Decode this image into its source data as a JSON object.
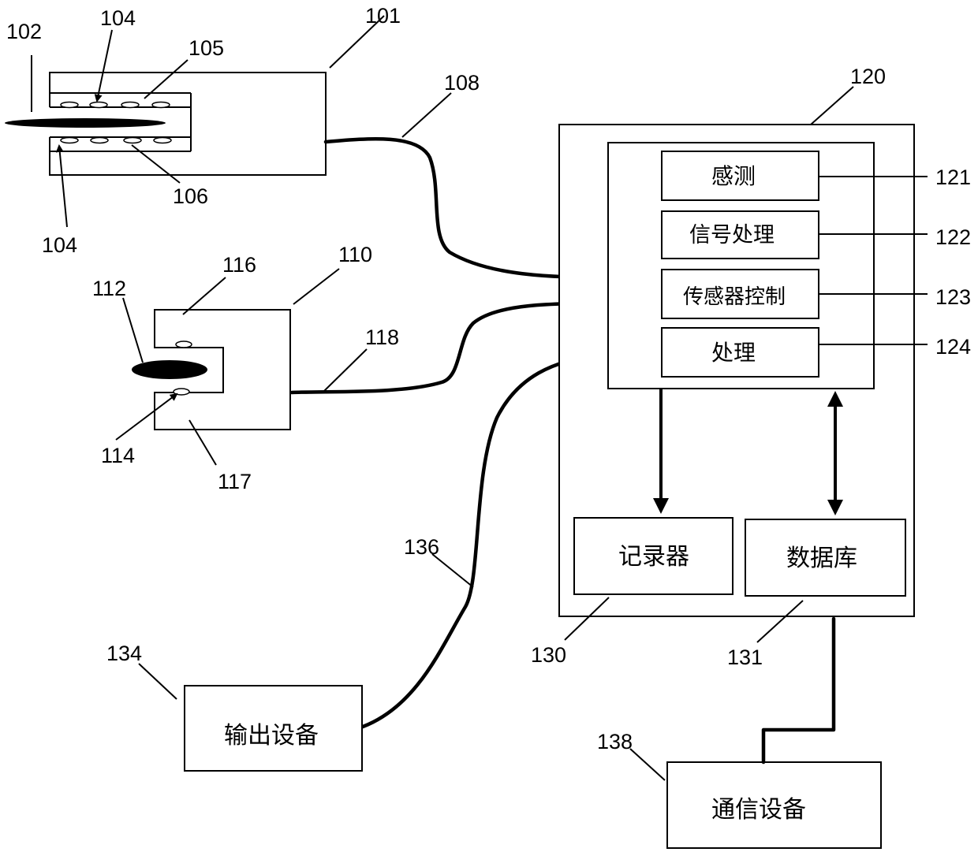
{
  "labels": {
    "module_121": "感测",
    "module_122": "信号处理",
    "module_123": "传感器控制",
    "module_124": "处理",
    "recorder_130": "记录器",
    "database_131": "数据库",
    "output_134": "输出设备",
    "comm_138": "通信设备"
  },
  "refs": {
    "r101": "101",
    "r102": "102",
    "r104a": "104",
    "r104b": "104",
    "r105": "105",
    "r106": "106",
    "r108": "108",
    "r110": "110",
    "r112": "112",
    "r114": "114",
    "r116": "116",
    "r117": "117",
    "r118": "118",
    "r120": "120",
    "r121": "121",
    "r122": "122",
    "r123": "123",
    "r124": "124",
    "r130": "130",
    "r131": "131",
    "r134": "134",
    "r136": "136",
    "r138": "138"
  }
}
